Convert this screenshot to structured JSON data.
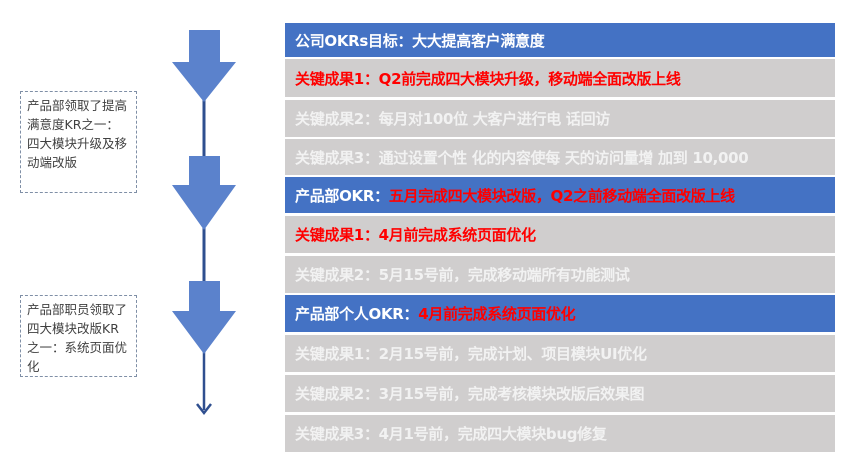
{
  "colors": {
    "objective_bg": "#4472C4",
    "key_result_bg": "#D0CECE",
    "highlight_text": "#FF0000",
    "muted_text": "#F2F2F2",
    "arrow_fill": "#5B82CC",
    "connector_line": "#2F4F8F"
  },
  "levels": [
    {
      "objective": {
        "label": "公司OKRs目标：",
        "text": "大大提高客户满意度",
        "text_highlighted": false
      },
      "key_results": [
        {
          "text": "关键成果1：Q2前完成四大模块升级，移动端全面改版上线",
          "highlighted": true
        },
        {
          "text": "关键成果2：每月对100位 大客户进行电 话回访",
          "highlighted": false
        },
        {
          "text": "关键成果3：通过设置个性 化的内容使每 天的访问量增 加到 10,000",
          "highlighted": false
        }
      ]
    },
    {
      "objective": {
        "label": "产品部OKR：",
        "text": "五月完成四大模块改版，Q2之前移动端全面改版上线",
        "text_highlighted": true
      },
      "key_results": [
        {
          "text": "关键成果1：4月前完成系统页面优化",
          "highlighted": true
        },
        {
          "text": "关键成果2：5月15号前，完成移动端所有功能测试",
          "highlighted": false
        }
      ]
    },
    {
      "objective": {
        "label": "产品部个人OKR：",
        "text": "4月前完成系统页面优化",
        "text_highlighted": true
      },
      "key_results": [
        {
          "text": "关键成果1：2月15号前，完成计划、项目模块UI优化",
          "highlighted": false
        },
        {
          "text": "关键成果2：3月15号前，完成考核模块改版后效果图",
          "highlighted": false
        },
        {
          "text": "关键成果3：4月1号前，完成四大模块bug修复",
          "highlighted": false
        }
      ]
    }
  ],
  "notes": [
    {
      "text": "产品部领取了提高满意度KR之一：四大模块升级及移动端改版"
    },
    {
      "text": "产品部职员领取了四大模块改版KR之一：系统页面优化"
    }
  ],
  "icons": {
    "flow_arrow": "down-block-arrow",
    "end_arrow": "down-line-arrow"
  }
}
